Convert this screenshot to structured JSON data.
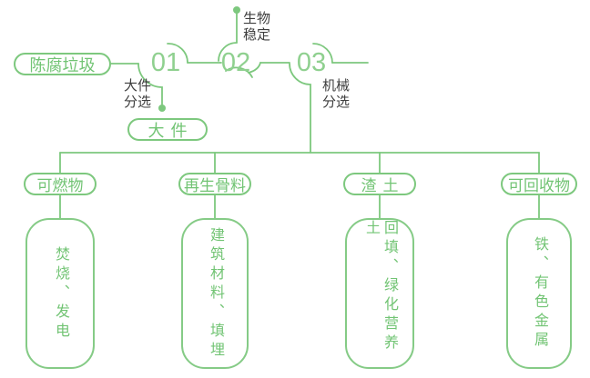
{
  "palette": {
    "line_green": "#7dc87e",
    "number_green": "#8fd08f",
    "text_green": "#72c474",
    "label_dark": "#3e3e3e",
    "background": "#ffffff"
  },
  "source": {
    "label": "陈腐垃圾"
  },
  "steps": [
    {
      "number": "01",
      "label": "大件\n分选"
    },
    {
      "number": "02",
      "label": "生物\n稳定"
    },
    {
      "number": "03",
      "label": "机械\n分选"
    }
  ],
  "bulky_output": {
    "label": "大件"
  },
  "outputs": [
    {
      "category": "可燃物",
      "result": "焚烧、发电"
    },
    {
      "category": "再生骨料",
      "result": "建筑材料、填埋"
    },
    {
      "category": "渣土",
      "result": "回填、绿化营养土"
    },
    {
      "category": "可回收物",
      "result": "铁、有色金属"
    }
  ]
}
